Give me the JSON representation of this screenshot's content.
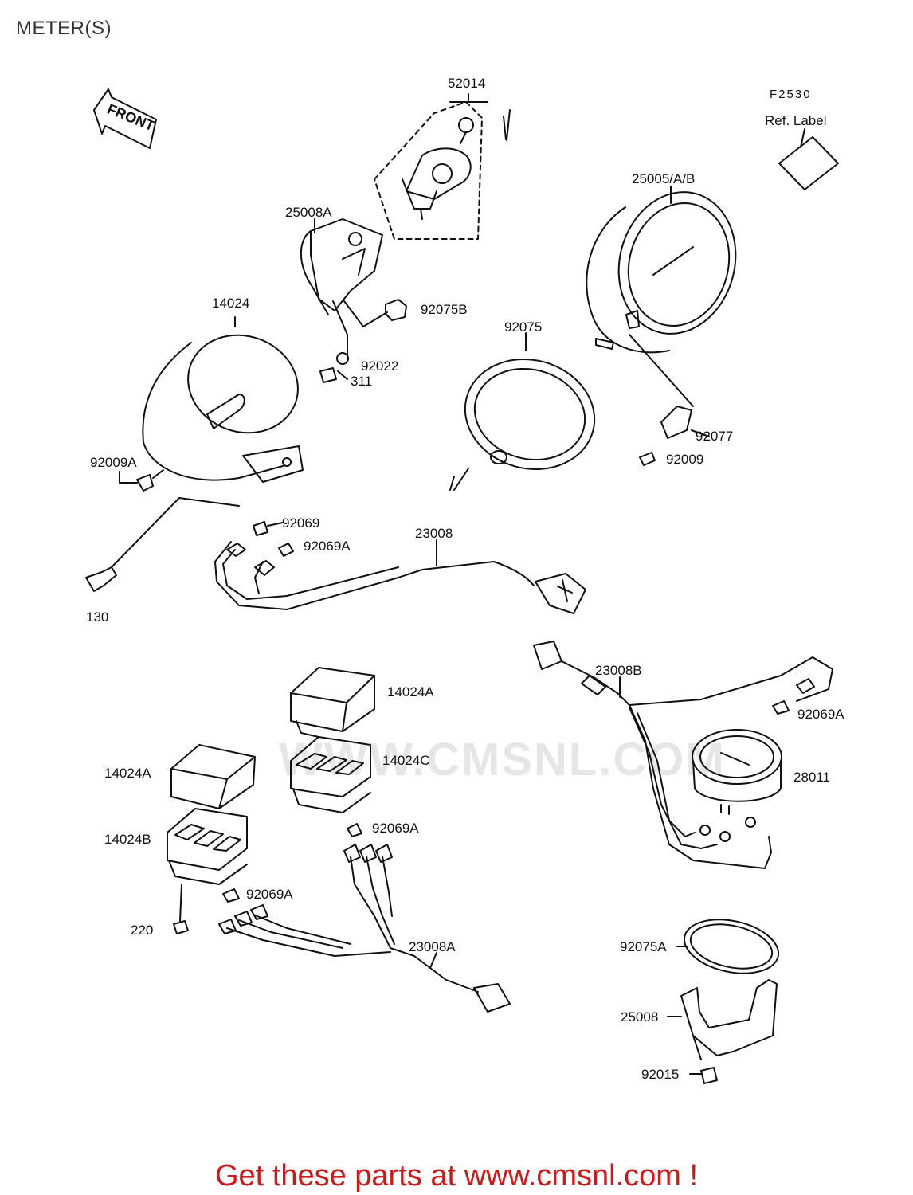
{
  "page": {
    "title": "METER(S)"
  },
  "labels": {
    "front_arrow": "FRONT",
    "ref_code": "F2530",
    "ref_label": "Ref. Label",
    "p52014": "52014",
    "p25008A": "25008A",
    "p25005AB": "25005/A/B",
    "p14024": "14024",
    "p92075B": "92075B",
    "p92022": "92022",
    "p311": "311",
    "p92075": "92075",
    "p92077": "92077",
    "p92009": "92009",
    "p92009A": "92009A",
    "p92069": "92069",
    "p92069A_top": "92069A",
    "p23008": "23008",
    "p130": "130",
    "p23008B": "23008B",
    "p14024A_right": "14024A",
    "p92069A_right": "92069A",
    "p14024C": "14024C",
    "p28011": "28011",
    "p14024A_left": "14024A",
    "p14024B": "14024B",
    "p92069A_mid": "92069A",
    "p92069A_low": "92069A",
    "p220": "220",
    "p23008A": "23008A",
    "p92075A": "92075A",
    "p25008": "25008",
    "p92015": "92015"
  },
  "watermark": "WWW.CMSNL.COM",
  "footer": {
    "link_text": "Get these parts at www.cmsnl.com !"
  },
  "colors": {
    "footer": "#d01818",
    "lines": "#111111",
    "watermark": "#e6e6e6"
  }
}
